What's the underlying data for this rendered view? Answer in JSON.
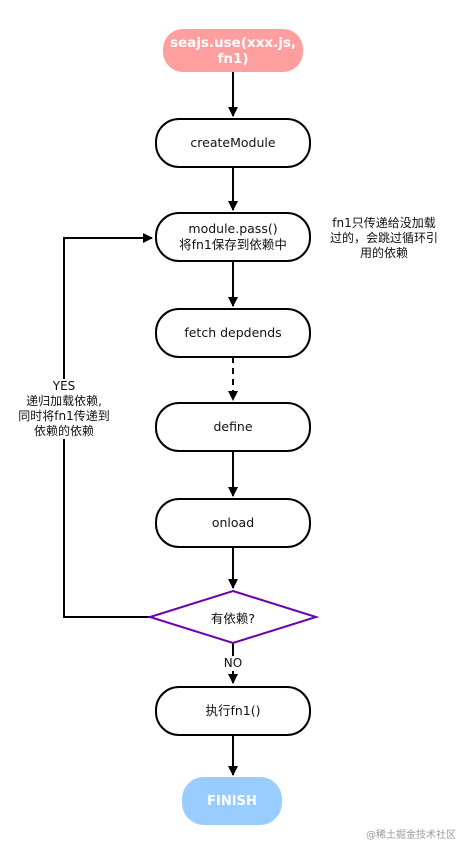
{
  "start": {
    "line1": "seajs.use(xxx.js,",
    "line2": "fn1)"
  },
  "steps": {
    "create": "createModule",
    "pass_line1": "module.pass()",
    "pass_line2": "将fn1保存到依赖中",
    "fetch": "fetch depdends",
    "define": "define",
    "onload": "onload",
    "exec": "执行fn1()"
  },
  "decision": "有依赖?",
  "finish": "FINISH",
  "labels": {
    "no": "NO",
    "yes_line1": "YES",
    "yes_line2": "递归加载依赖,",
    "yes_line3": "同时将fn1传递到",
    "yes_line4": "依赖的依赖"
  },
  "note": {
    "line1": "fn1只传递给没加载",
    "line2": "过的，会跳过循环引",
    "line3": "用的依赖"
  },
  "watermark": "@稀土掘金技术社区",
  "colors": {
    "start": "#ff9e9e",
    "finish": "#99ccff",
    "decision_border": "#6a00b0"
  }
}
